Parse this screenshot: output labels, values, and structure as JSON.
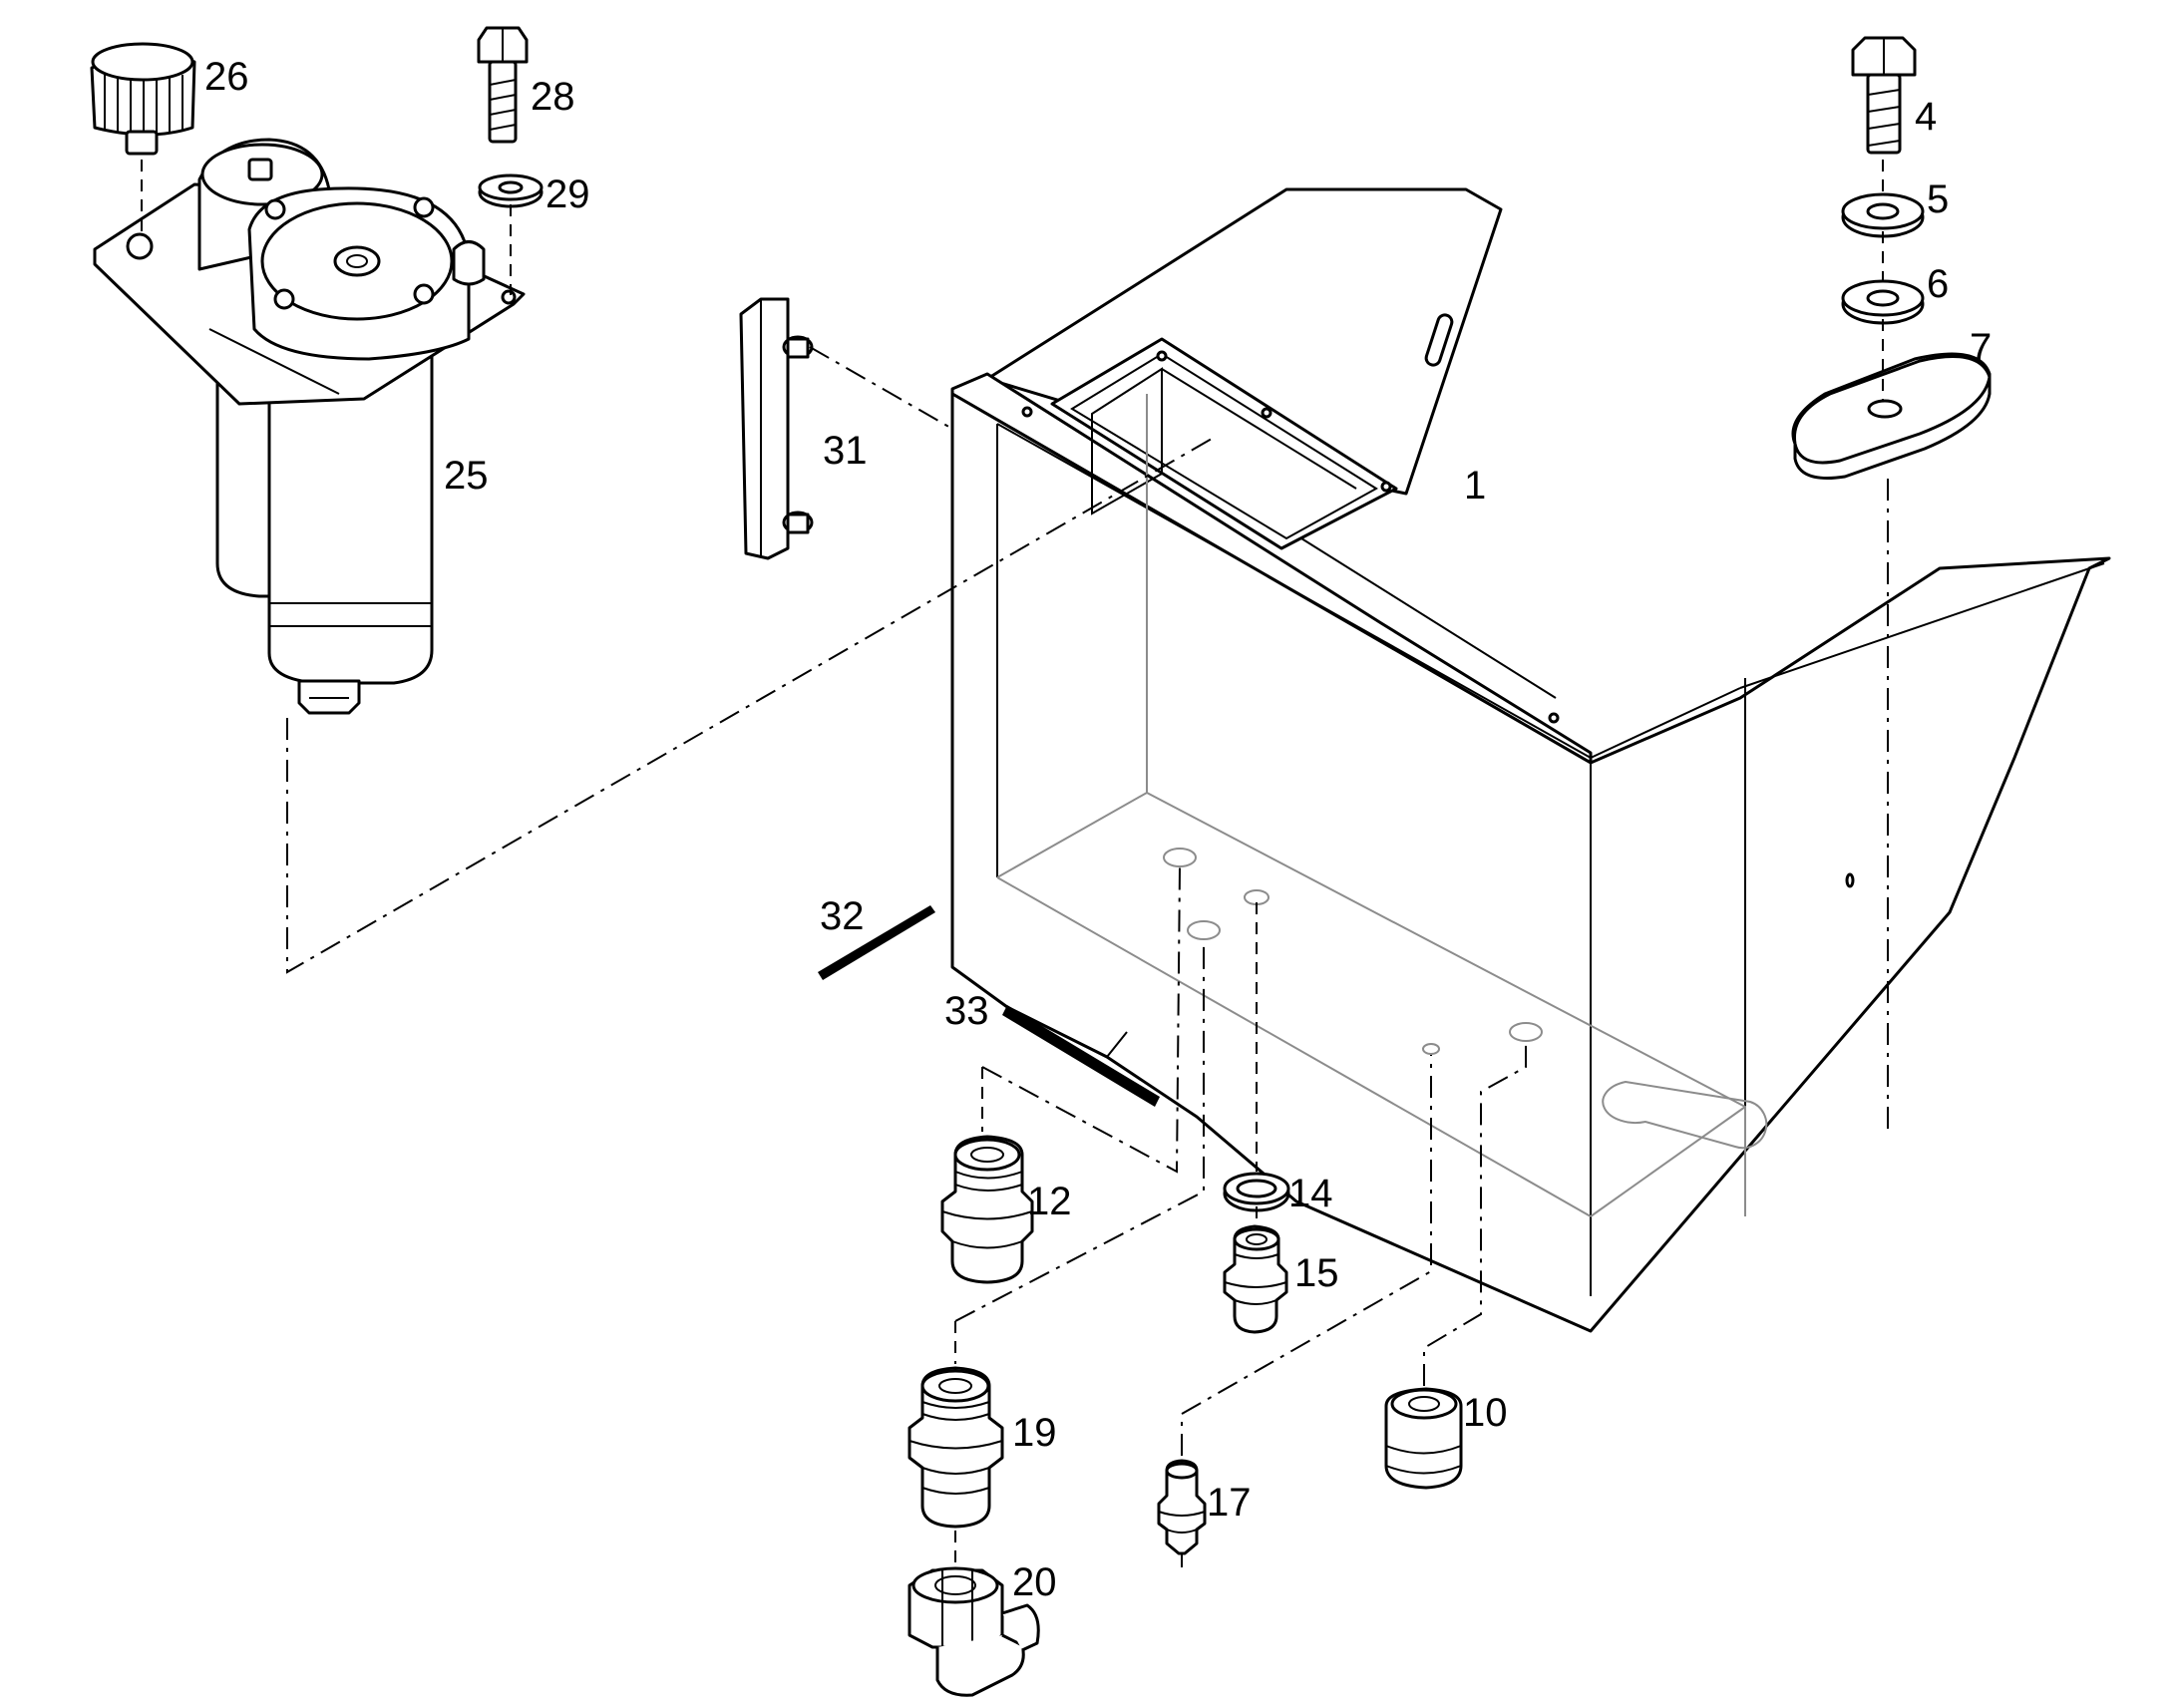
{
  "colors": {
    "ink": "#000000",
    "hidden": "#8c8c8c",
    "background": "#ffffff"
  },
  "parts": [
    {
      "id": "1",
      "label": "1",
      "name": "tank-housing"
    },
    {
      "id": "4",
      "label": "4",
      "name": "hex-bolt"
    },
    {
      "id": "5",
      "label": "5",
      "name": "washer"
    },
    {
      "id": "6",
      "label": "6",
      "name": "washer"
    },
    {
      "id": "7",
      "label": "7",
      "name": "oval-plate"
    },
    {
      "id": "10",
      "label": "10",
      "name": "plug"
    },
    {
      "id": "12",
      "label": "12",
      "name": "fitting"
    },
    {
      "id": "14",
      "label": "14",
      "name": "seal-ring"
    },
    {
      "id": "15",
      "label": "15",
      "name": "fitting"
    },
    {
      "id": "17",
      "label": "17",
      "name": "sensor"
    },
    {
      "id": "19",
      "label": "19",
      "name": "fitting"
    },
    {
      "id": "20",
      "label": "20",
      "name": "elbow"
    },
    {
      "id": "25",
      "label": "25",
      "name": "pump-filter-unit"
    },
    {
      "id": "26",
      "label": "26",
      "name": "knurled-cap"
    },
    {
      "id": "28",
      "label": "28",
      "name": "hex-bolt"
    },
    {
      "id": "29",
      "label": "29",
      "name": "washer"
    },
    {
      "id": "31",
      "label": "31",
      "name": "bracket"
    },
    {
      "id": "32",
      "label": "32",
      "name": "strip"
    },
    {
      "id": "33",
      "label": "33",
      "name": "strip"
    }
  ]
}
